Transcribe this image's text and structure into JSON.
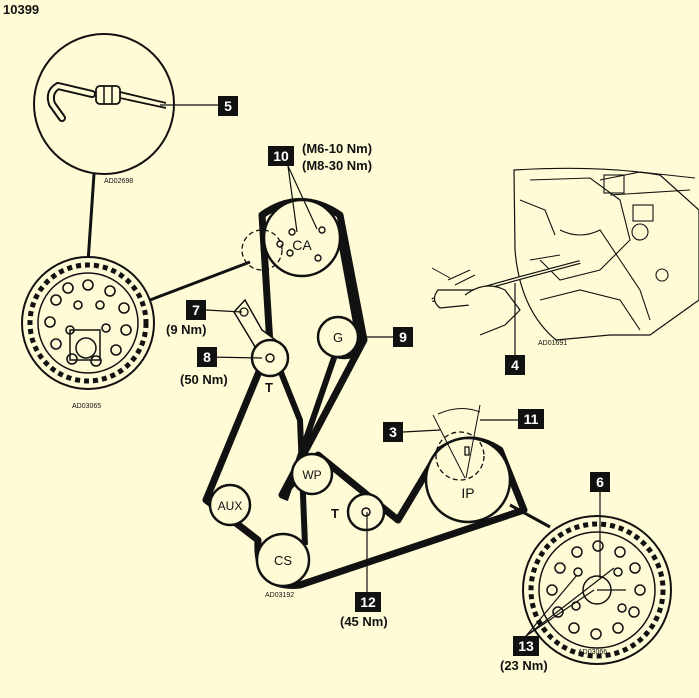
{
  "figure_id": "10399",
  "pulleys": {
    "camshaft": "CA",
    "generator": "G",
    "water_pump": "WP",
    "auxiliary": "AUX",
    "crankshaft": "CS",
    "injection_pump": "IP"
  },
  "tensioner_labels": {
    "upper": "T",
    "lower": "T"
  },
  "callouts": {
    "c3": "3",
    "c4": "4",
    "c5": "5",
    "c6": "6",
    "c7": "7",
    "c8": "8",
    "c9": "9",
    "c10": "10",
    "c11": "11",
    "c12": "12",
    "c13": "13"
  },
  "torques": {
    "c10_m6": "(M6-10 Nm)",
    "c10_m8": "(M8-30 Nm)",
    "c7": "(9 Nm)",
    "c8": "(50 Nm)",
    "c12": "(45 Nm)",
    "c13": "(23 Nm)"
  },
  "inset_codes": {
    "top": "AD02698",
    "left": "AD03065",
    "right": "AD01691",
    "main": "AD03192",
    "bottom_right": "AD03066"
  },
  "colors": {
    "background": "#fffbd6",
    "ink": "#111111",
    "tag_fill": "#111111",
    "tag_text": "#ffffff"
  }
}
